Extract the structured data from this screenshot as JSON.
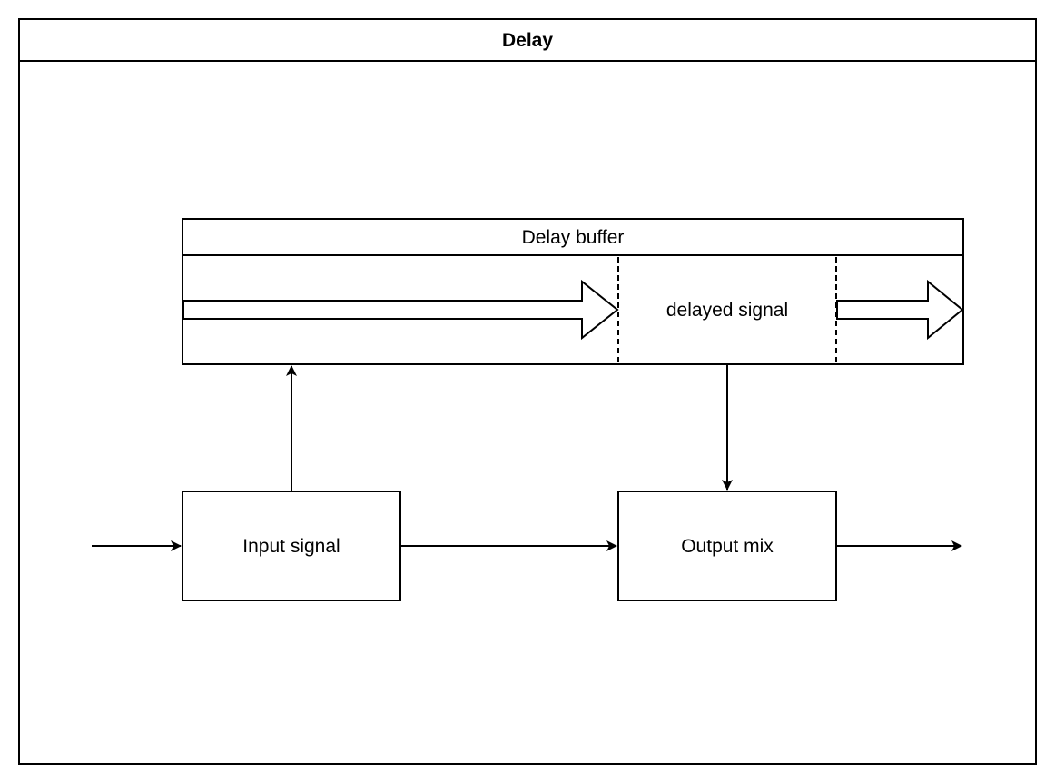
{
  "diagram": {
    "title": "Delay",
    "delay_buffer": {
      "label": "Delay buffer",
      "segment_label": "delayed signal"
    },
    "nodes": {
      "input": "Input signal",
      "output": "Output mix"
    },
    "edges": [
      {
        "from": "external",
        "to": "Input signal"
      },
      {
        "from": "Input signal",
        "to": "Delay buffer"
      },
      {
        "from": "Input signal",
        "to": "Output mix"
      },
      {
        "from": "delayed signal",
        "to": "Output mix"
      },
      {
        "from": "Output mix",
        "to": "external"
      }
    ]
  }
}
